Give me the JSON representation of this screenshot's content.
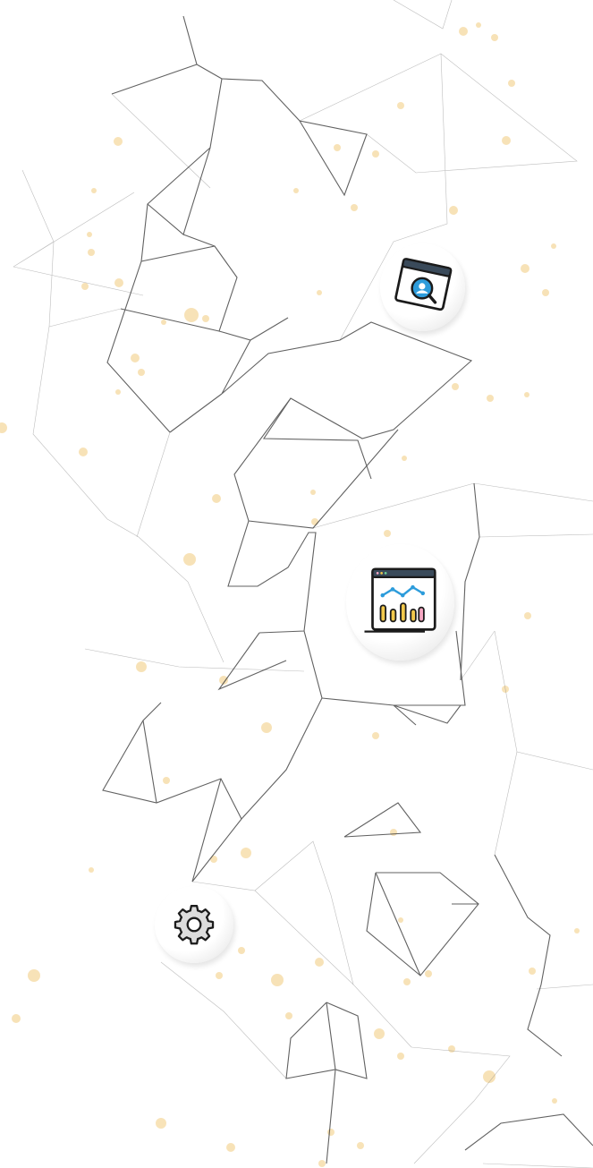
{
  "icons": [
    {
      "id": "user-search",
      "icon": "user-search-window-icon"
    },
    {
      "id": "analytics",
      "icon": "analytics-chart-window-icon"
    },
    {
      "id": "settings",
      "icon": "gear-icon"
    }
  ],
  "colors": {
    "background": "#ffffff",
    "lines": "#444444",
    "dots": "#f5d9a0",
    "icon_blue": "#2d9cdb",
    "icon_yellow": "#f2c94c",
    "icon_pink": "#f7a8c4"
  }
}
